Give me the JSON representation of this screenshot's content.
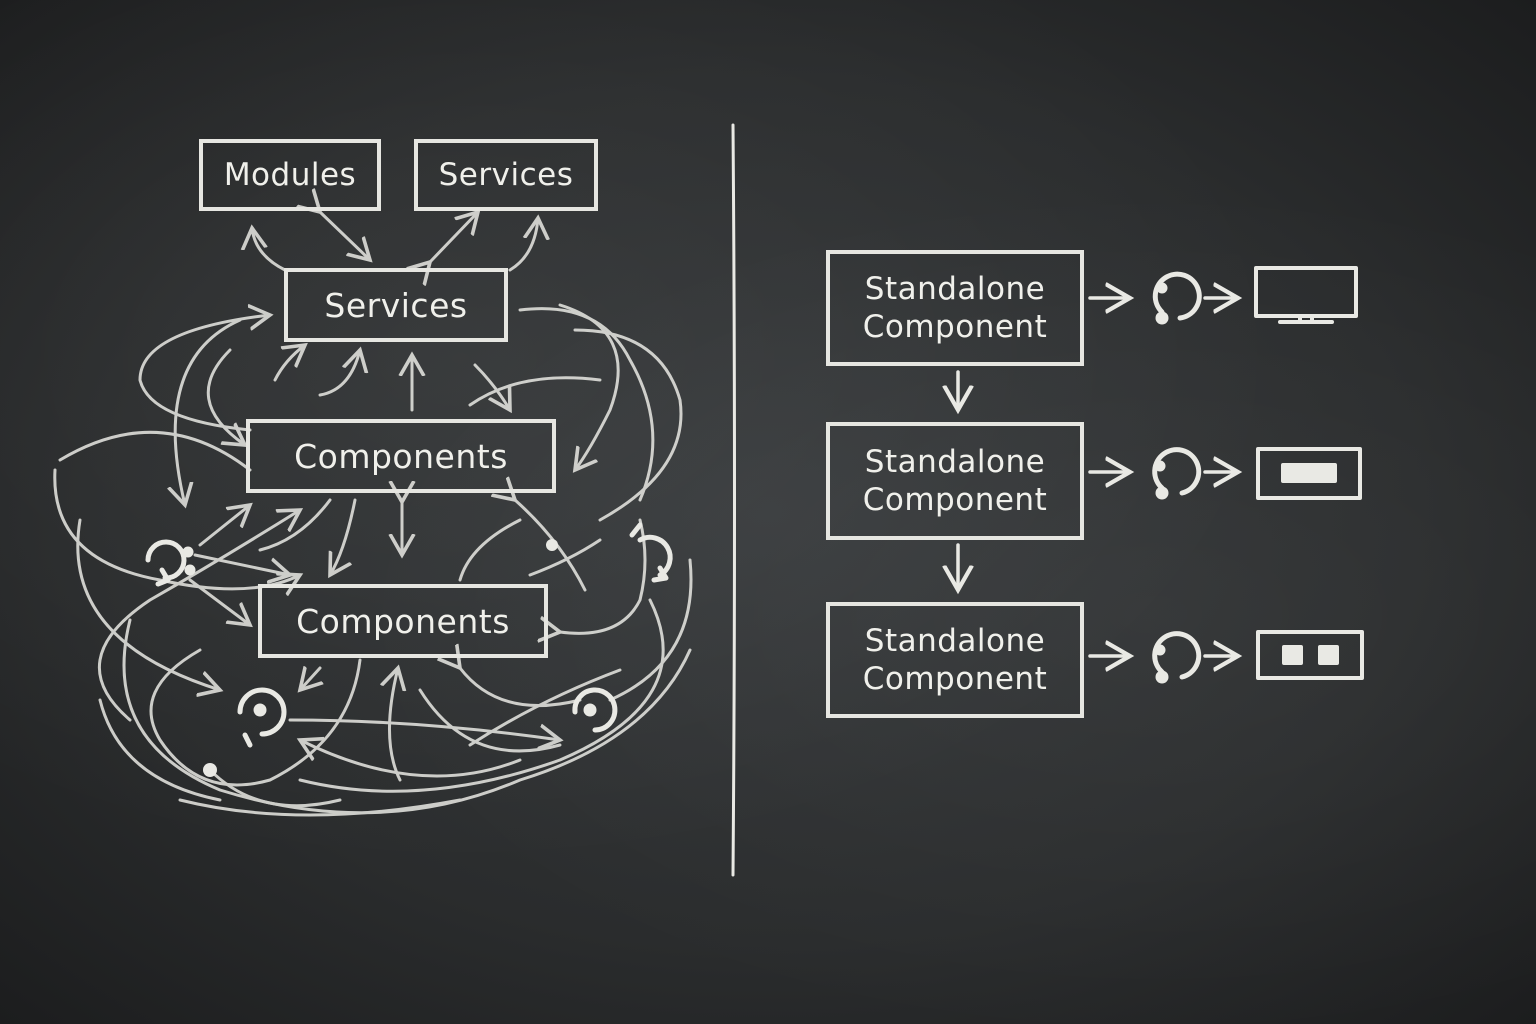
{
  "left_diagram": {
    "top_boxes": [
      "Modules",
      "Services"
    ],
    "services_box": "Services",
    "components_upper": "Components",
    "components_lower": "Components"
  },
  "right_diagram": {
    "items": [
      {
        "line1": "Standalone",
        "line2": "Component",
        "output": "monitor-icon"
      },
      {
        "line1": "Standalone",
        "line2": "Component",
        "output": "bar-screen-icon"
      },
      {
        "line1": "Standalone",
        "line2": "Component",
        "output": "two-squares-icon"
      }
    ]
  },
  "colors": {
    "board": "#2b2d2e",
    "chalk": "#e9e9e4"
  }
}
